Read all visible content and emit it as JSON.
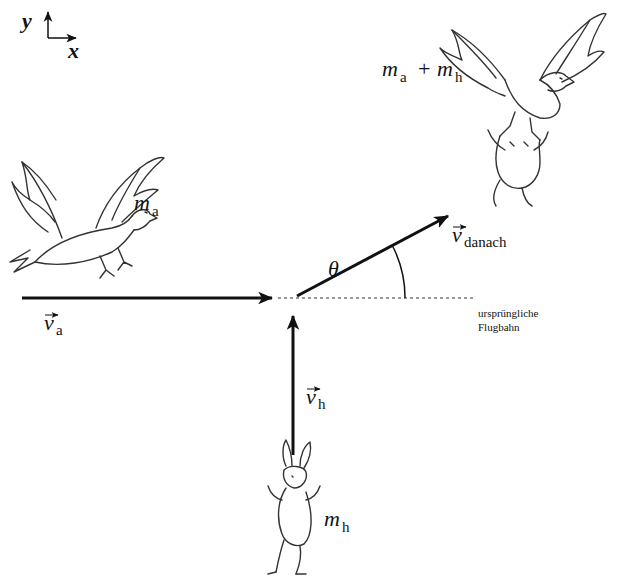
{
  "diagram": {
    "labels": [
      "y",
      "x",
      "m",
      "a",
      "+",
      "m",
      "h",
      "m",
      "a",
      "v",
      "a",
      "θ",
      "v",
      "danach",
      "ursprüngliche Flugbahn",
      "v",
      "h",
      "m",
      "h"
    ]
  }
}
